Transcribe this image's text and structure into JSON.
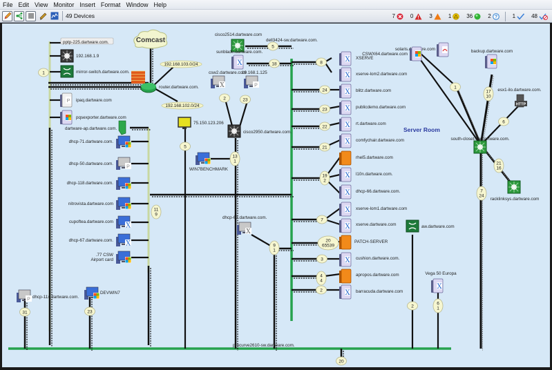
{
  "menubar": {
    "items": [
      "File",
      "Edit",
      "View",
      "Monitor",
      "Insert",
      "Format",
      "Window",
      "Help"
    ]
  },
  "toolbar": {
    "buttons": [
      {
        "name": "edit-pencil",
        "icon": "pencil-icon"
      },
      {
        "name": "map-view",
        "icon": "network-map-icon"
      },
      {
        "name": "list-view",
        "icon": "list-icon"
      },
      {
        "name": "probe-tool",
        "icon": "telescope-icon"
      },
      {
        "name": "chart-tool",
        "icon": "chart-icon"
      }
    ],
    "device_count": "49 Devices"
  },
  "status": [
    {
      "count": "7",
      "icon": "down-error-icon",
      "color": "#d9283a"
    },
    {
      "count": "0",
      "icon": "critical-alarm-icon",
      "color": "#d42a2a"
    },
    {
      "count": "3",
      "icon": "warning-alarm-icon",
      "color": "#f07a12"
    },
    {
      "count": "1",
      "icon": "acknowledged-icon",
      "color": "#e6c200"
    },
    {
      "count": "36",
      "icon": "up-ok-icon",
      "color": "#32b336"
    },
    {
      "count": "2",
      "icon": "unknown-icon",
      "color": "#2d7fd2"
    },
    {
      "sep": true
    },
    {
      "count": "1",
      "icon": "acknowledged-check-icon",
      "color": "#3a7fd8"
    },
    {
      "count": "48",
      "icon": "not-acknowledged-icon",
      "color": "#3a7fd8"
    }
  ],
  "map": {
    "room_label": "Server Room",
    "cloud": {
      "label": "Comcast"
    },
    "networks": [
      {
        "id": "net103",
        "label": "192.168.103.0/24"
      },
      {
        "id": "net102",
        "label": "192.168.102.0/24"
      }
    ],
    "bus_label_bottom": "procurve2610-sw.dartware.com.",
    "nodes": [
      {
        "id": "pptp",
        "label": "pptp-225.dartware.com.",
        "type": "boxlabel"
      },
      {
        "id": "n1919",
        "label": "192.168.1.9",
        "type": "switch-gray"
      },
      {
        "id": "mirror",
        "label": "mirror-switch.dartware.com.",
        "type": "switch-green-x"
      },
      {
        "id": "firewall",
        "label": "",
        "type": "firewall"
      },
      {
        "id": "router",
        "label": "router.dartware.com.",
        "type": "router"
      },
      {
        "id": "ipaq",
        "label": "ipaq.dartware.com",
        "type": "server-gray"
      },
      {
        "id": "pqs",
        "label": "pqsexporter.dartware.com",
        "type": "server-win"
      },
      {
        "id": "ap",
        "label": "dartware-ap.dartware.com.",
        "type": "wap"
      },
      {
        "id": "dhcp71",
        "label": "dhcp-71.dartware.com.",
        "type": "pc-win"
      },
      {
        "id": "dhcp50",
        "label": "dhcp-50.dartware.com.",
        "type": "pc-gray"
      },
      {
        "id": "dhcp118",
        "label": "dhcp-118.dartware.com.",
        "type": "pc-win"
      },
      {
        "id": "nitro",
        "label": "nitrovista.dartware.com",
        "type": "pc-win"
      },
      {
        "id": "cupoftea",
        "label": "cupoftea.dartware.com",
        "type": "pc-mac"
      },
      {
        "id": "dhcp67",
        "label": "dhcp-67.dartware.com.",
        "type": "pc-mac"
      },
      {
        "id": "airport",
        "label": ".77 CSW\nAirport card",
        "type": "pc-win"
      },
      {
        "id": "monitor",
        "label": "75.150.123.206",
        "type": "monitor-yellow"
      },
      {
        "id": "win7b",
        "label": "WIN7BENCHMARK",
        "type": "pc-win"
      },
      {
        "id": "cisco2514",
        "label": "cisco2514.dartware.com",
        "type": "switch-green"
      },
      {
        "id": "dell3424",
        "label": "dell3424-sw.dartware.com.",
        "type": "none"
      },
      {
        "id": "sunblade",
        "label": "sunblade.dartware.com.",
        "type": "server-mac"
      },
      {
        "id": "csw2",
        "label": "csw2.dartware.com",
        "type": "pc-gray-x"
      },
      {
        "id": "n19125",
        "label": "19.168.1.125",
        "type": "pc-gray"
      },
      {
        "id": "cisco2950",
        "label": "cisco2950.dartware.com.",
        "type": "switch-gray"
      },
      {
        "id": "dhcp63",
        "label": "dhcp-63.dartware.com.",
        "type": "pc-gray-x"
      },
      {
        "id": "xserve1",
        "label": "XSERVE",
        "type": "server-mac"
      },
      {
        "id": "xlom2",
        "label": "xserve-lom2.dartware.com",
        "type": "server-mac"
      },
      {
        "id": "blitz",
        "label": "blitz.dartware.com",
        "type": "server-mac"
      },
      {
        "id": "publicdemo",
        "label": "publicdemo.dartware.com",
        "type": "server-mac"
      },
      {
        "id": "rt",
        "label": "rt.dartware.com",
        "type": "server-mac"
      },
      {
        "id": "comfy",
        "label": "comfychair.dartware.com",
        "type": "server-mac"
      },
      {
        "id": "rhel5",
        "label": "rhel5.dartware.com",
        "type": "server-orange"
      },
      {
        "id": "l10n",
        "label": "l10n.dartware.com.",
        "type": "server-mac"
      },
      {
        "id": "dhcp66",
        "label": "dhcp-66.dartware.com.",
        "type": "server-mac"
      },
      {
        "id": "xlom1",
        "label": "xserve-lom1.dartware.com",
        "type": "server-mac"
      },
      {
        "id": "xserve2",
        "label": "xserve.dartware.com",
        "type": "server-mac"
      },
      {
        "id": "patch",
        "label": "PATCH-SERVER",
        "type": "server-orange"
      },
      {
        "id": "cushion",
        "label": "cushion.dartware.com.",
        "type": "server-mac"
      },
      {
        "id": "apropos",
        "label": "apropos.dartware.com",
        "type": "server-orange"
      },
      {
        "id": "barracuda",
        "label": "barracuda.dartware.com",
        "type": "server-mac"
      },
      {
        "id": "aw",
        "label": "aw.dartware.com",
        "type": "switch-green-x"
      },
      {
        "id": "vega",
        "label": "Vega 50 Europa",
        "type": "server-mac"
      },
      {
        "id": "solaris",
        "label": "solaris.dartware.com",
        "type": "server-solaris"
      },
      {
        "id": "csw64",
        "label": "CSWX64.dartware.com",
        "type": "server-win"
      },
      {
        "id": "backup",
        "label": "backup.dartware.com",
        "type": "server-win"
      },
      {
        "id": "esx1",
        "label": "esx1-ilo.dartware.com.",
        "type": "http-server"
      },
      {
        "id": "south",
        "label": "south-closet-sw.dartware.com.",
        "type": "switch-green"
      },
      {
        "id": "racklinksys",
        "label": "racklinksys.dartware.com",
        "type": "switch-green"
      },
      {
        "id": "dhcp11x",
        "label": "dhcp-11x.dartware.com.",
        "type": "pc-gray"
      },
      {
        "id": "devwin7",
        "label": "DEVWIN7",
        "type": "pc-win"
      }
    ],
    "badges": [
      {
        "id": "b-left1",
        "text": [
          "1"
        ]
      },
      {
        "id": "b-119",
        "text": [
          "11",
          "9"
        ]
      },
      {
        "id": "b-5mon",
        "text": [
          "5"
        ]
      },
      {
        "id": "b-131",
        "text": [
          "13",
          "1"
        ]
      },
      {
        "id": "b-2csw",
        "text": [
          "2"
        ]
      },
      {
        "id": "b-23",
        "text": [
          "23"
        ]
      },
      {
        "id": "b-5top",
        "text": [
          "5"
        ]
      },
      {
        "id": "b-18",
        "text": [
          "18"
        ]
      },
      {
        "id": "b-8",
        "text": [
          "8"
        ]
      },
      {
        "id": "b-24",
        "text": [
          "24"
        ]
      },
      {
        "id": "b-23b",
        "text": [
          "23"
        ]
      },
      {
        "id": "b-22",
        "text": [
          "22"
        ]
      },
      {
        "id": "b-21",
        "text": [
          "21"
        ]
      },
      {
        "id": "b-192",
        "text": [
          "19",
          "2"
        ]
      },
      {
        "id": "b-7",
        "text": [
          "7"
        ]
      },
      {
        "id": "b-2065539",
        "text": [
          "20",
          "65539"
        ]
      },
      {
        "id": "b-3",
        "text": [
          "3"
        ]
      },
      {
        "id": "b-44",
        "text": [
          "4",
          "4"
        ]
      },
      {
        "id": "b-2b",
        "text": [
          "2"
        ]
      },
      {
        "id": "b-91",
        "text": [
          "9",
          "1"
        ]
      },
      {
        "id": "b-2aw",
        "text": [
          "2"
        ]
      },
      {
        "id": "b-61",
        "text": [
          "6",
          "1"
        ]
      },
      {
        "id": "b-1sol",
        "text": [
          "1"
        ]
      },
      {
        "id": "b-1710",
        "text": [
          "17",
          "10"
        ]
      },
      {
        "id": "b-6esx",
        "text": [
          "6"
        ]
      },
      {
        "id": "b-2116",
        "text": [
          "21",
          "16"
        ]
      },
      {
        "id": "b-724",
        "text": [
          "7",
          "24"
        ]
      },
      {
        "id": "b-31",
        "text": [
          "31"
        ]
      },
      {
        "id": "b-23dev",
        "text": [
          "23"
        ]
      },
      {
        "id": "b-20bot",
        "text": [
          "20"
        ]
      }
    ]
  }
}
